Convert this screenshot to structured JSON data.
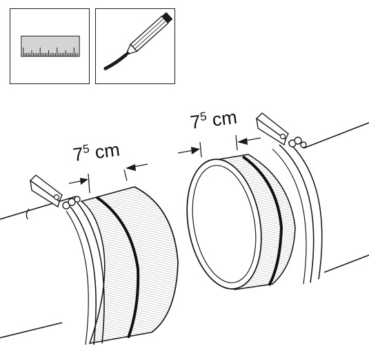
{
  "measurements": {
    "left": {
      "value": "7",
      "superscript": "5",
      "unit": "cm"
    },
    "right": {
      "value": "7",
      "superscript": "5",
      "unit": "cm"
    }
  },
  "icons": {
    "tool_1": "ruler-icon",
    "tool_2": "pencil-icon"
  },
  "colors": {
    "line": "#1a1a1a",
    "background": "#ffffff",
    "hatch": "#9a9a9a"
  }
}
